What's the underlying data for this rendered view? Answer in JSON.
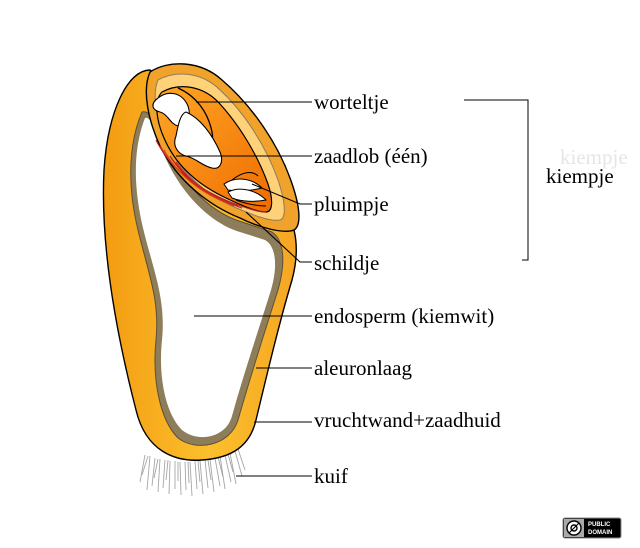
{
  "diagram": {
    "labels": {
      "worteltje": "worteltje",
      "zaadlob": "zaadlob (één)",
      "pluimpje": "pluimpje",
      "schildje": "schildje",
      "endosperm": "endosperm (kiemwit)",
      "aleuronlaag": "aleuronlaag",
      "vruchtwand": "vruchtwand+zaadhuid",
      "kuif": "kuif",
      "kiempje": "kiempje",
      "kiempje_faded": "kiempje"
    },
    "colors": {
      "seed_outer_light": "#fbc02d",
      "seed_outer_dark": "#f39c12",
      "aleurone": "#8d7d5a",
      "embryo": "#f57c00",
      "embryo_light": "#ffb74d",
      "scutellum_red": "#b71c1c",
      "hair": "#a0a0a0"
    },
    "license_badge": {
      "line1": "PUBLIC",
      "line2": "DOMAIN"
    }
  }
}
